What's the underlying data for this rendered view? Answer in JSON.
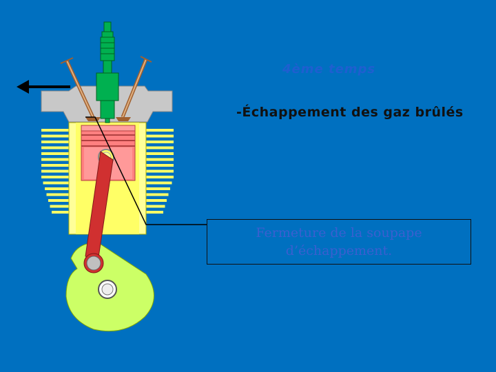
{
  "slide": {
    "title": "4ème temps",
    "description": "-Échappement des gaz brûlés",
    "callout": "Fermeture de la soupape d’échappement."
  },
  "colors": {
    "background": "#0070C0",
    "cylinder_fins": "#FFFF66",
    "cylinder_head": "#C8C8C8",
    "spark_plug": "#00B050",
    "piston": "#FF8080",
    "connecting_rod": "#D03030",
    "crank": "#CCFF66",
    "title": "#1F5FD0",
    "callout_text": "#3B5FD0"
  }
}
